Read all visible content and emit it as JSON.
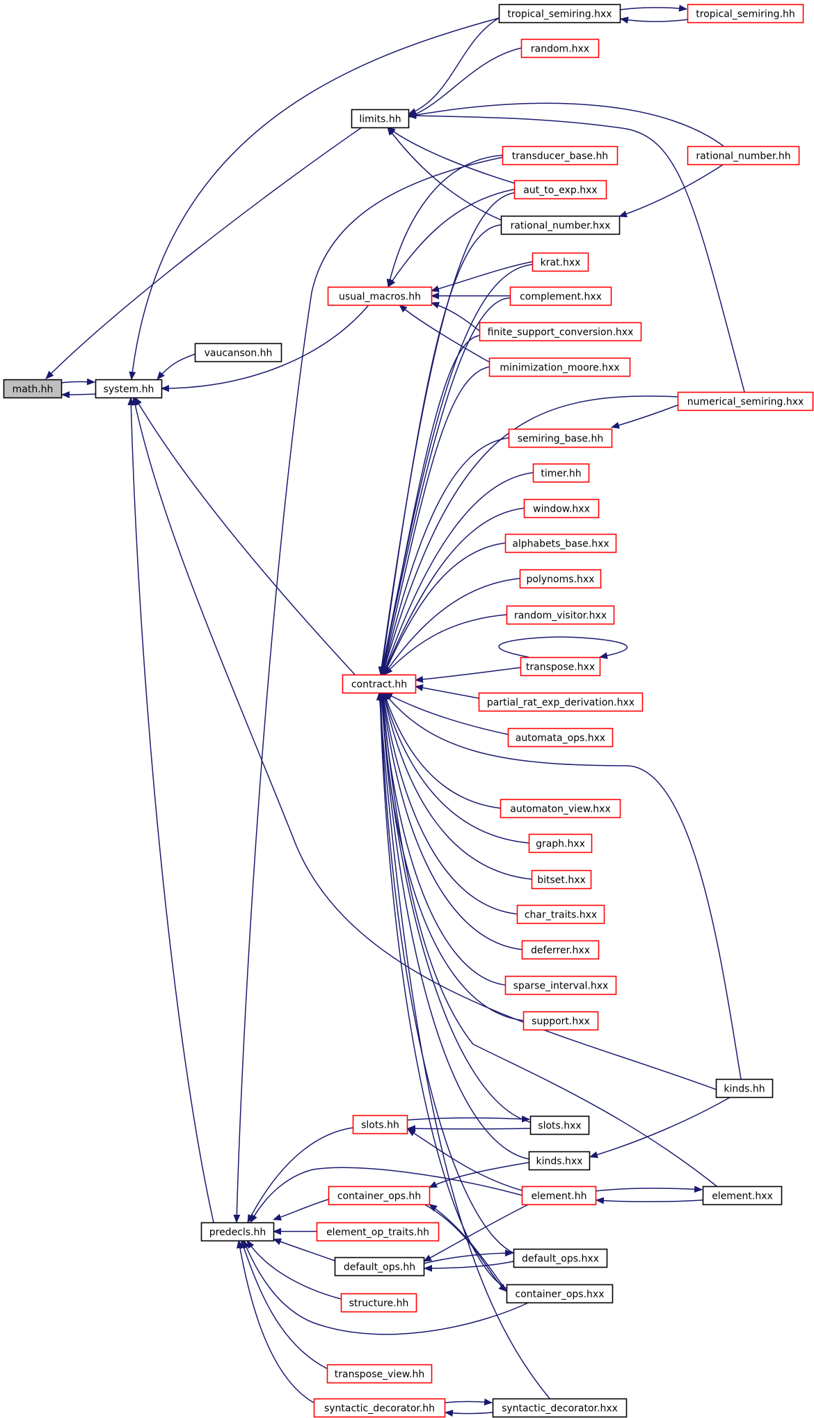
{
  "colors": {
    "edge": "#191970",
    "border_normal": "#000000",
    "border_red": "#ff0000",
    "focus_fill": "#bfbfbf",
    "fill": "#ffffff"
  },
  "nodes": [
    {
      "id": "math_hh",
      "label": "math.hh",
      "style": "focus"
    },
    {
      "id": "system_hh",
      "label": "system.hh",
      "style": "normal"
    },
    {
      "id": "vaucanson_hh",
      "label": "vaucanson.hh",
      "style": "normal"
    },
    {
      "id": "limits_hh",
      "label": "limits.hh",
      "style": "normal"
    },
    {
      "id": "tropical_semiring_hxx",
      "label": "tropical_semiring.hxx",
      "style": "normal"
    },
    {
      "id": "tropical_semiring_hh",
      "label": "tropical_semiring.hh",
      "style": "red"
    },
    {
      "id": "random_hxx",
      "label": "random.hxx",
      "style": "red"
    },
    {
      "id": "transducer_base_hh",
      "label": "transducer_base.hh",
      "style": "red"
    },
    {
      "id": "rational_number_hh",
      "label": "rational_number.hh",
      "style": "red"
    },
    {
      "id": "aut_to_exp_hxx",
      "label": "aut_to_exp.hxx",
      "style": "red"
    },
    {
      "id": "rational_number_hxx",
      "label": "rational_number.hxx",
      "style": "normal"
    },
    {
      "id": "krat_hxx",
      "label": "krat.hxx",
      "style": "red"
    },
    {
      "id": "usual_macros_hh",
      "label": "usual_macros.hh",
      "style": "red"
    },
    {
      "id": "complement_hxx",
      "label": "complement.hxx",
      "style": "red"
    },
    {
      "id": "finite_support_conversion_hxx",
      "label": "finite_support_conversion.hxx",
      "style": "red"
    },
    {
      "id": "minimization_moore_hxx",
      "label": "minimization_moore.hxx",
      "style": "red"
    },
    {
      "id": "numerical_semiring_hxx",
      "label": "numerical_semiring.hxx",
      "style": "red"
    },
    {
      "id": "semiring_base_hh",
      "label": "semiring_base.hh",
      "style": "red"
    },
    {
      "id": "timer_hh",
      "label": "timer.hh",
      "style": "red"
    },
    {
      "id": "window_hxx",
      "label": "window.hxx",
      "style": "red"
    },
    {
      "id": "alphabets_base_hxx",
      "label": "alphabets_base.hxx",
      "style": "red"
    },
    {
      "id": "polynoms_hxx",
      "label": "polynoms.hxx",
      "style": "red"
    },
    {
      "id": "random_visitor_hxx",
      "label": "random_visitor.hxx",
      "style": "red"
    },
    {
      "id": "transpose_hxx",
      "label": "transpose.hxx",
      "style": "red"
    },
    {
      "id": "contract_hh",
      "label": "contract.hh",
      "style": "red"
    },
    {
      "id": "partial_rat_exp_derivation_hxx",
      "label": "partial_rat_exp_derivation.hxx",
      "style": "red"
    },
    {
      "id": "automata_ops_hxx",
      "label": "automata_ops.hxx",
      "style": "red"
    },
    {
      "id": "automaton_view_hxx",
      "label": "automaton_view.hxx",
      "style": "red"
    },
    {
      "id": "graph_hxx",
      "label": "graph.hxx",
      "style": "red"
    },
    {
      "id": "bitset_hxx",
      "label": "bitset.hxx",
      "style": "red"
    },
    {
      "id": "char_traits_hxx",
      "label": "char_traits.hxx",
      "style": "red"
    },
    {
      "id": "deferrer_hxx",
      "label": "deferrer.hxx",
      "style": "red"
    },
    {
      "id": "sparse_interval_hxx",
      "label": "sparse_interval.hxx",
      "style": "red"
    },
    {
      "id": "support_hxx",
      "label": "support.hxx",
      "style": "red"
    },
    {
      "id": "kinds_hh",
      "label": "kinds.hh",
      "style": "normal"
    },
    {
      "id": "slots_hh",
      "label": "slots.hh",
      "style": "red"
    },
    {
      "id": "slots_hxx",
      "label": "slots.hxx",
      "style": "normal"
    },
    {
      "id": "kinds_hxx",
      "label": "kinds.hxx",
      "style": "normal"
    },
    {
      "id": "container_ops_hh",
      "label": "container_ops.hh",
      "style": "red"
    },
    {
      "id": "element_hh",
      "label": "element.hh",
      "style": "red"
    },
    {
      "id": "element_hxx",
      "label": "element.hxx",
      "style": "normal"
    },
    {
      "id": "predecls_hh",
      "label": "predecls.hh",
      "style": "normal"
    },
    {
      "id": "element_op_traits_hh",
      "label": "element_op_traits.hh",
      "style": "red"
    },
    {
      "id": "default_ops_hh",
      "label": "default_ops.hh",
      "style": "normal"
    },
    {
      "id": "default_ops_hxx",
      "label": "default_ops.hxx",
      "style": "normal"
    },
    {
      "id": "container_ops_hxx",
      "label": "container_ops.hxx",
      "style": "normal"
    },
    {
      "id": "structure_hh",
      "label": "structure.hh",
      "style": "red"
    },
    {
      "id": "transpose_view_hh",
      "label": "transpose_view.hh",
      "style": "red"
    },
    {
      "id": "syntactic_decorator_hh",
      "label": "syntactic_decorator.hh",
      "style": "red"
    },
    {
      "id": "syntactic_decorator_hxx",
      "label": "syntactic_decorator.hxx",
      "style": "normal"
    }
  ],
  "edges": [
    {
      "from": "system_hh",
      "to": "math_hh"
    },
    {
      "from": "math_hh",
      "to": "system_hh"
    },
    {
      "from": "limits_hh",
      "to": "math_hh"
    },
    {
      "from": "vaucanson_hh",
      "to": "system_hh"
    },
    {
      "from": "usual_macros_hh",
      "to": "system_hh"
    },
    {
      "from": "tropical_semiring_hxx",
      "to": "system_hh"
    },
    {
      "from": "contract_hh",
      "to": "system_hh"
    },
    {
      "from": "predecls_hh",
      "to": "system_hh"
    },
    {
      "from": "kinds_hh",
      "to": "system_hh"
    },
    {
      "from": "tropical_semiring_hxx",
      "to": "limits_hh"
    },
    {
      "from": "tropical_semiring_hh",
      "to": "tropical_semiring_hxx"
    },
    {
      "from": "tropical_semiring_hxx",
      "to": "tropical_semiring_hh"
    },
    {
      "from": "random_hxx",
      "to": "limits_hh"
    },
    {
      "from": "rational_number_hh",
      "to": "limits_hh"
    },
    {
      "from": "numerical_semiring_hxx",
      "to": "limits_hh"
    },
    {
      "from": "aut_to_exp_hxx",
      "to": "limits_hh"
    },
    {
      "from": "rational_number_hxx",
      "to": "limits_hh"
    },
    {
      "from": "rational_number_hh",
      "to": "rational_number_hxx"
    },
    {
      "from": "transducer_base_hh",
      "to": "usual_macros_hh"
    },
    {
      "from": "aut_to_exp_hxx",
      "to": "usual_macros_hh"
    },
    {
      "from": "krat_hxx",
      "to": "usual_macros_hh"
    },
    {
      "from": "complement_hxx",
      "to": "usual_macros_hh"
    },
    {
      "from": "finite_support_conversion_hxx",
      "to": "usual_macros_hh"
    },
    {
      "from": "minimization_moore_hxx",
      "to": "usual_macros_hh"
    },
    {
      "from": "transducer_base_hh",
      "to": "predecls_hh"
    },
    {
      "from": "rational_number_hxx",
      "to": "contract_hh"
    },
    {
      "from": "aut_to_exp_hxx",
      "to": "contract_hh"
    },
    {
      "from": "krat_hxx",
      "to": "contract_hh"
    },
    {
      "from": "complement_hxx",
      "to": "contract_hh"
    },
    {
      "from": "finite_support_conversion_hxx",
      "to": "contract_hh"
    },
    {
      "from": "minimization_moore_hxx",
      "to": "contract_hh"
    },
    {
      "from": "numerical_semiring_hxx",
      "to": "contract_hh"
    },
    {
      "from": "semiring_base_hh",
      "to": "contract_hh"
    },
    {
      "from": "numerical_semiring_hxx",
      "to": "semiring_base_hh"
    },
    {
      "from": "timer_hh",
      "to": "contract_hh"
    },
    {
      "from": "window_hxx",
      "to": "contract_hh"
    },
    {
      "from": "alphabets_base_hxx",
      "to": "contract_hh"
    },
    {
      "from": "polynoms_hxx",
      "to": "contract_hh"
    },
    {
      "from": "random_visitor_hxx",
      "to": "contract_hh"
    },
    {
      "from": "transpose_hxx",
      "to": "contract_hh"
    },
    {
      "from": "transpose_hxx",
      "to": "transpose_hxx"
    },
    {
      "from": "partial_rat_exp_derivation_hxx",
      "to": "contract_hh"
    },
    {
      "from": "automata_ops_hxx",
      "to": "contract_hh"
    },
    {
      "from": "kinds_hh",
      "to": "contract_hh"
    },
    {
      "from": "automaton_view_hxx",
      "to": "contract_hh"
    },
    {
      "from": "graph_hxx",
      "to": "contract_hh"
    },
    {
      "from": "bitset_hxx",
      "to": "contract_hh"
    },
    {
      "from": "char_traits_hxx",
      "to": "contract_hh"
    },
    {
      "from": "deferrer_hxx",
      "to": "contract_hh"
    },
    {
      "from": "sparse_interval_hxx",
      "to": "contract_hh"
    },
    {
      "from": "support_hxx",
      "to": "contract_hh"
    },
    {
      "from": "slots_hxx",
      "to": "contract_hh"
    },
    {
      "from": "kinds_hxx",
      "to": "contract_hh"
    },
    {
      "from": "element_hxx",
      "to": "contract_hh"
    },
    {
      "from": "default_ops_hxx",
      "to": "contract_hh"
    },
    {
      "from": "container_ops_hxx",
      "to": "contract_hh"
    },
    {
      "from": "syntactic_decorator_hxx",
      "to": "contract_hh"
    },
    {
      "from": "kinds_hh",
      "to": "kinds_hxx"
    },
    {
      "from": "slots_hh",
      "to": "slots_hxx"
    },
    {
      "from": "slots_hxx",
      "to": "slots_hh"
    },
    {
      "from": "element_hh",
      "to": "slots_hh"
    },
    {
      "from": "slots_hh",
      "to": "predecls_hh"
    },
    {
      "from": "element_hh",
      "to": "predecls_hh"
    },
    {
      "from": "container_ops_hh",
      "to": "predecls_hh"
    },
    {
      "from": "element_op_traits_hh",
      "to": "predecls_hh"
    },
    {
      "from": "default_ops_hh",
      "to": "predecls_hh"
    },
    {
      "from": "structure_hh",
      "to": "predecls_hh"
    },
    {
      "from": "container_ops_hxx",
      "to": "predecls_hh"
    },
    {
      "from": "transpose_view_hh",
      "to": "predecls_hh"
    },
    {
      "from": "syntactic_decorator_hh",
      "to": "predecls_hh"
    },
    {
      "from": "kinds_hxx",
      "to": "container_ops_hh"
    },
    {
      "from": "container_ops_hxx",
      "to": "container_ops_hh"
    },
    {
      "from": "element_hh",
      "to": "element_hxx"
    },
    {
      "from": "element_hxx",
      "to": "element_hh"
    },
    {
      "from": "element_hh",
      "to": "default_ops_hh"
    },
    {
      "from": "default_ops_hh",
      "to": "default_ops_hxx"
    },
    {
      "from": "default_ops_hxx",
      "to": "default_ops_hh"
    },
    {
      "from": "container_ops_hh",
      "to": "container_ops_hxx"
    },
    {
      "from": "syntactic_decorator_hh",
      "to": "syntactic_decorator_hxx"
    },
    {
      "from": "syntactic_decorator_hxx",
      "to": "syntactic_decorator_hh"
    }
  ]
}
